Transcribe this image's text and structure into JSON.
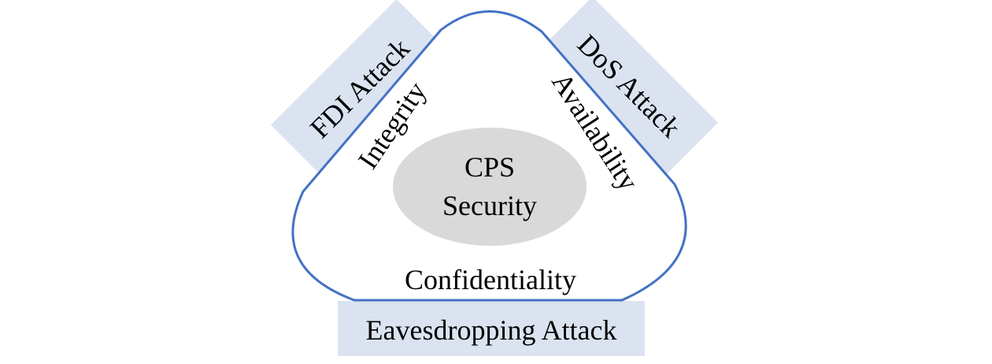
{
  "center": {
    "line1": "CPS",
    "line2": "Security"
  },
  "properties": {
    "integrity": "Integrity",
    "availability": "Availability",
    "confidentiality": "Confidentiality"
  },
  "attacks": {
    "fdi": "FDI Attack",
    "dos": "DoS Attack",
    "eavesdropping": "Eavesdropping Attack"
  },
  "colors": {
    "attack_box": "#dbe3f1",
    "outline": "#4472c4",
    "center_ellipse": "#d9d9d9",
    "text": "#000000"
  }
}
